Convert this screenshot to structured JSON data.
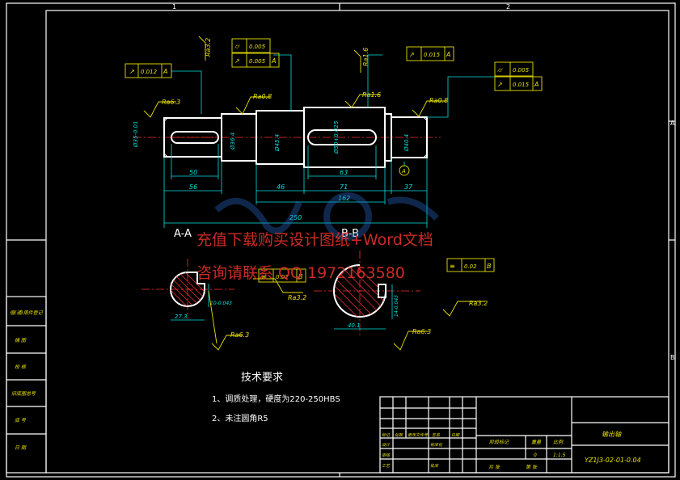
{
  "border": {
    "top_zones": [
      "1",
      "2"
    ],
    "right_zones": [
      "A",
      "B"
    ]
  },
  "dimensions": {
    "d50": "50",
    "d56": "56",
    "d46": "46",
    "d71": "71",
    "d63": "63",
    "d37": "37",
    "d162": "162",
    "d250": "250",
    "dia_left": "Ø35-0.01",
    "dia_2": "Ø36.4",
    "dia_3": "Ø45.4",
    "dia_4": "Ø50+0.025",
    "dia_right": "Ø40.4"
  },
  "surface_finish": {
    "ra63_left": "Ra6.3",
    "ra08_a": "Ra0.8",
    "ra16": "Ra1.6",
    "ra08_b": "Ra0.8",
    "ra32_top": "Ra3.2",
    "ra16_top": "Ra1.6",
    "ra32_a": "Ra3.2",
    "ra63_a": "Ra6.3",
    "ra32_b": "Ra3.2",
    "ra63_b": "Ra6.3"
  },
  "tolerance_frames": {
    "fcf1": {
      "value": "0.012",
      "datum": "A"
    },
    "fcf2a": {
      "value": "0.005"
    },
    "fcf2b": {
      "value": "0.005",
      "datum": "A"
    },
    "fcf3": {
      "value": "0.015",
      "datum": "A"
    },
    "fcf4a": {
      "value": "0.005"
    },
    "fcf4b": {
      "value": "0.015",
      "datum": "A"
    },
    "fcf5": {
      "value": "0.02",
      "datum": "B"
    },
    "fcf6": {
      "value": "0.02",
      "datum": "B"
    }
  },
  "datum_label": "A",
  "sections": {
    "aa_label": "A-A",
    "bb_label": "B-B",
    "aa_dim": "27.3",
    "aa_key": "10-0.043",
    "bb_dim": "40.1",
    "bb_key": "14-0.043"
  },
  "notes": {
    "title": "技术要求",
    "line1": "1、调质处理，硬度为220-250HBS",
    "line2": "2、未注圆角R5"
  },
  "left_strip": {
    "labels": [
      "借(通)用件登记",
      "描 图",
      "校 核",
      "旧底图总号",
      "底 号",
      "日 期"
    ]
  },
  "title_block": {
    "part_name": "输出轴",
    "drawing_number": "YZ1J3-02-01-0.04",
    "scale": "1:1.5",
    "weight": "0",
    "header_stage": "阶段标记",
    "header_weight": "重量",
    "header_scale": "比例",
    "header_sheet": "共  张",
    "header_sheet2": "第  张",
    "row_labels": [
      "标记",
      "处数",
      "更改文件号",
      "签名",
      "日期"
    ],
    "row_labels2": [
      "设计",
      "标准化"
    ],
    "row_labels3": [
      "审核",
      "工艺",
      "批准"
    ]
  },
  "watermark": {
    "line1": "充值下载购买设计图纸+Word文档",
    "line2": "咨询请联系 QQ 1972163580"
  },
  "colors": {
    "part_outline": "#ffffff",
    "dimension": "#00e0e0",
    "annotation": "#e8e000",
    "centerline": "#ff3030",
    "watermark": "#e0302a"
  }
}
